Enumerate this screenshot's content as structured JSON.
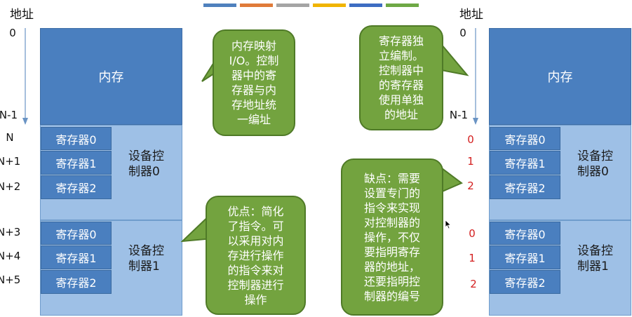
{
  "colors": {
    "memory_blue": "#4a7fbf",
    "controller_light_blue": "#9ec0e6",
    "bubble_green": "#73a33f",
    "index_red": "#d42020",
    "legend": [
      "#4f81bd",
      "#e07b39",
      "#a5a5a5",
      "#f0b400",
      "#3d6dc2",
      "#6ea845"
    ]
  },
  "left": {
    "title": "地址",
    "addresses": [
      "0",
      "N-1",
      "N",
      "N+1",
      "N+2",
      "N+3",
      "N+4",
      "N+5"
    ],
    "memory_label": "内存",
    "controllers": [
      {
        "label_line1": "设备控",
        "label_line2": "制器0",
        "registers": [
          "寄存器0",
          "寄存器1",
          "寄存器2"
        ]
      },
      {
        "label_line1": "设备控",
        "label_line2": "制器1",
        "registers": [
          "寄存器0",
          "寄存器1",
          "寄存器2"
        ]
      }
    ]
  },
  "right": {
    "title": "地址",
    "addresses": [
      "0",
      "N-1"
    ],
    "memory_label": "内存",
    "controllers": [
      {
        "label_line1": "设备控",
        "label_line2": "制器0",
        "registers": [
          "寄存器0",
          "寄存器1",
          "寄存器2"
        ],
        "indices": [
          "0",
          "1",
          "2"
        ]
      },
      {
        "label_line1": "设备控",
        "label_line2": "制器1",
        "registers": [
          "寄存器0",
          "寄存器1",
          "寄存器2"
        ],
        "indices": [
          "0",
          "1",
          "2"
        ]
      }
    ]
  },
  "bubbles": {
    "memory_mapped": [
      "内存映射",
      "I/O。控制",
      "器中的寄",
      "存器与内",
      "存地址统",
      "一编址"
    ],
    "advantage": [
      "优点：简化",
      "了指令。可",
      "以采用对内",
      "存进行操作",
      "的指令来对",
      "控制器进行",
      "操作"
    ],
    "independent": [
      "寄存器独",
      "立编制。",
      "控制器中",
      "的寄存器",
      "使用单独",
      "的地址"
    ],
    "disadvantage": [
      "缺点：需要",
      "设置专门的",
      "指令来实现",
      "对控制器的",
      "操作，不仅",
      "要指明寄存",
      "器的地址，",
      "还要指明控",
      "制器的编号"
    ]
  }
}
